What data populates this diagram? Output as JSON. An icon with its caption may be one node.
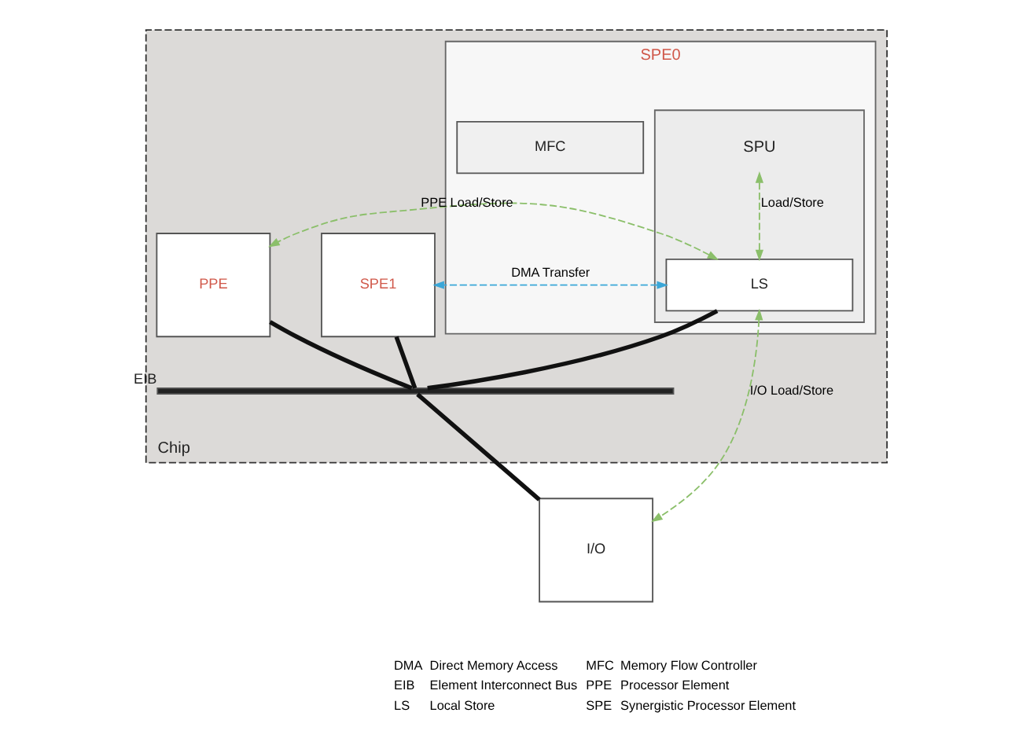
{
  "diagram": {
    "nodes": [
      {
        "text": [
          "Chip"
        ]
      },
      {
        "text": [
          "SPE0"
        ],
        "in": 0
      },
      {
        "text": [
          "SPU"
        ],
        "in": 1
      },
      {
        "text": [
          "LS"
        ],
        "in": 2
      },
      {
        "text": [
          "MFC"
        ],
        "in": 1
      },
      {
        "text": [
          "SPE1"
        ],
        "in": 0
      },
      {
        "text": [
          "PPE"
        ],
        "in": 0
      },
      {
        "text": [
          "EIB"
        ],
        "in": 0
      },
      {
        "text": [
          "I/O"
        ]
      }
    ],
    "edges": [
      {
        "from": 2,
        "to": 3,
        "arrow": "both",
        "label": "Load/Store",
        "style": "dashed",
        "color": "#8bbf6a"
      },
      {
        "from": 3,
        "to": 7,
        "arrow": "none",
        "style": "thick"
      },
      {
        "from": 5,
        "to": 7,
        "arrow": "none",
        "style": "thick"
      },
      {
        "from": 6,
        "to": 7,
        "arrow": "none",
        "style": "thick"
      },
      {
        "from": 7,
        "to": 8,
        "arrow": "none",
        "style": "thick"
      },
      {
        "from": 3,
        "to": 5,
        "arrow": "both",
        "label": "DMA Transfer",
        "style": "dashed",
        "color": "#3ba7d8"
      },
      {
        "from": 3,
        "to": 6,
        "arrow": "both",
        "label": "PPE Load/Store",
        "style": "dashed",
        "color": "#8bbf6a"
      },
      {
        "from": 3,
        "to": 8,
        "arrow": "both",
        "label": "I/O Load/Store",
        "style": "dashed",
        "color": "#8bbf6a"
      }
    ],
    "labels": [
      "DMA",
      "Direct Memory Access",
      "MFC",
      "Memory Flow Controller",
      "EIB",
      "Element Interconnect Bus",
      "PPE",
      "Processor Element",
      "LS",
      "Local Store",
      "SPE",
      "Synergistic Processor Element"
    ]
  }
}
